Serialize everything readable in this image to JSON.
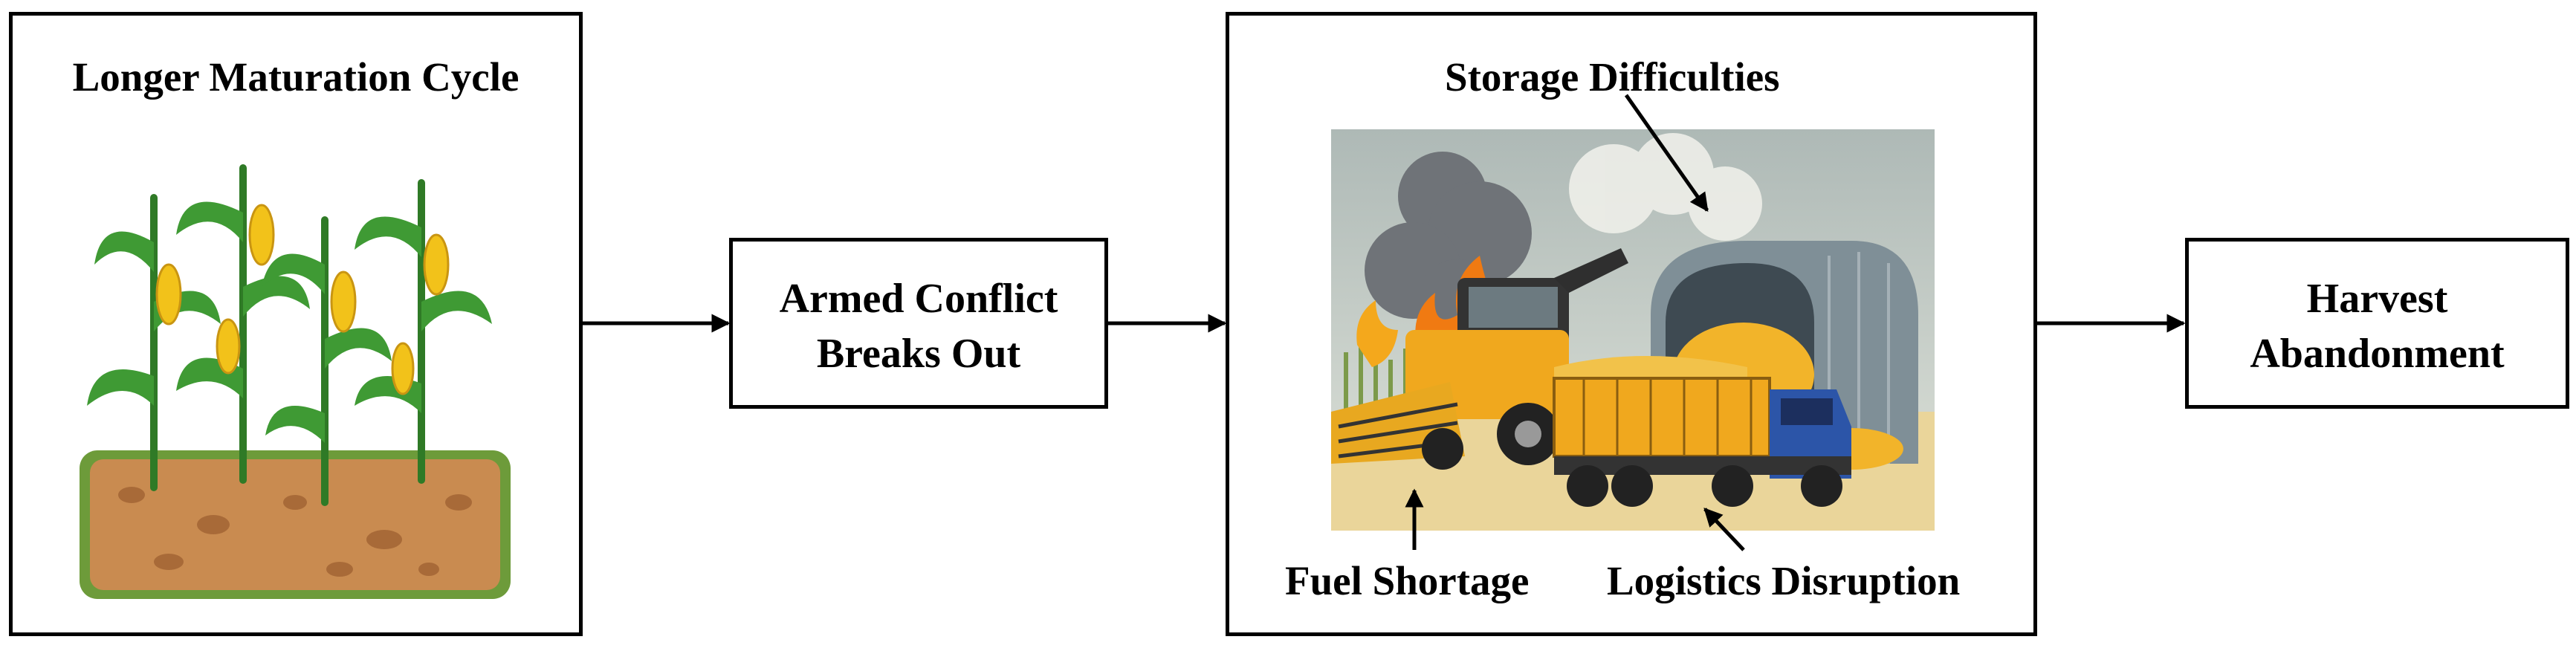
{
  "boxes": {
    "maturation": {
      "title": "Longer Maturation Cycle"
    },
    "conflict": {
      "line1": "Armed Conflict",
      "line2": "Breaks Out"
    },
    "impacts": {
      "storage_label": "Storage Difficulties",
      "fuel_label": "Fuel Shortage",
      "logistics_label": "Logistics Disruption"
    },
    "abandonment": {
      "line1": "Harvest",
      "line2": "Abandonment"
    }
  },
  "colors": {
    "corn_leaf": "#3f9a34",
    "corn_cob": "#f2c21a",
    "soil": "#c98b50",
    "soil_edge": "#6d9b3a",
    "truck_cab": "#2c55a8",
    "harvester": "#f0a81e",
    "fire": "#f07a12",
    "smoke": "#6f7378"
  }
}
